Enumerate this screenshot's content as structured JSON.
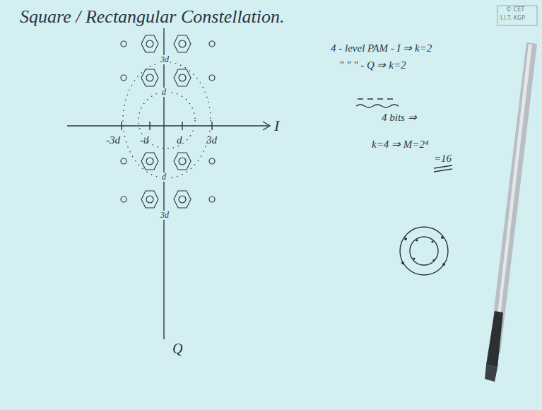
{
  "diagram": {
    "title": "Square / Rectangular Constellation.",
    "labels": [
      "I",
      "Q",
      "-3d",
      "-d",
      "d",
      "3d",
      "3d",
      "d",
      "d",
      "3d",
      "4 - level PAM - I ⇒ k=2",
      "\"   \"   \"  - Q ⇒ k=2",
      "4 bits ⇒",
      "k=4  ⇒ M=2⁴",
      "=16",
      "© CET",
      "I.I.T. KGP"
    ]
  }
}
